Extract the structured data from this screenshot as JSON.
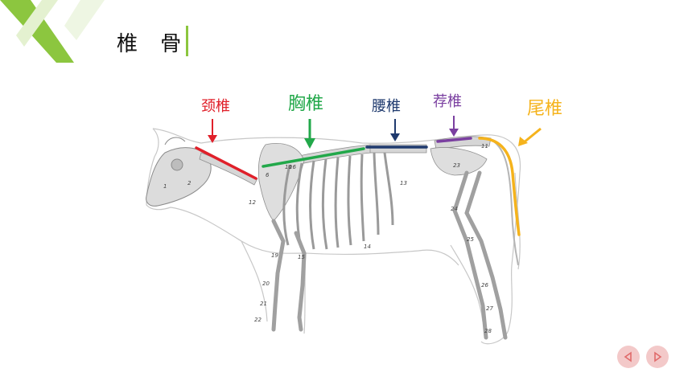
{
  "page": {
    "title": "椎 骨"
  },
  "labels": {
    "cervical": "颈椎",
    "thoracic": "胸椎",
    "lumbar": "腰椎",
    "sacral": "荐椎",
    "caudal": "尾椎"
  },
  "numbers": {
    "n1": "1",
    "n2": "2",
    "n6": "6",
    "n10": "10",
    "n11": "11",
    "n12": "12",
    "n13": "13",
    "n14": "14",
    "n15": "15",
    "n16": "16",
    "n19": "19",
    "n20": "20",
    "n21": "21",
    "n22": "22",
    "n23": "23",
    "n24": "24",
    "n25": "25",
    "n26": "26",
    "n27": "27",
    "n28": "28"
  },
  "colors": {
    "cervical": "#e0202a",
    "thoracic": "#22a84a",
    "lumbar": "#1f3a6e",
    "sacral": "#7a3fa0",
    "caudal": "#f5b31c",
    "accent": "#8cc63f",
    "nav": "#f3c9c9"
  },
  "nav": {
    "prev_icon": "triangle-left-icon",
    "next_icon": "triangle-right-icon"
  }
}
